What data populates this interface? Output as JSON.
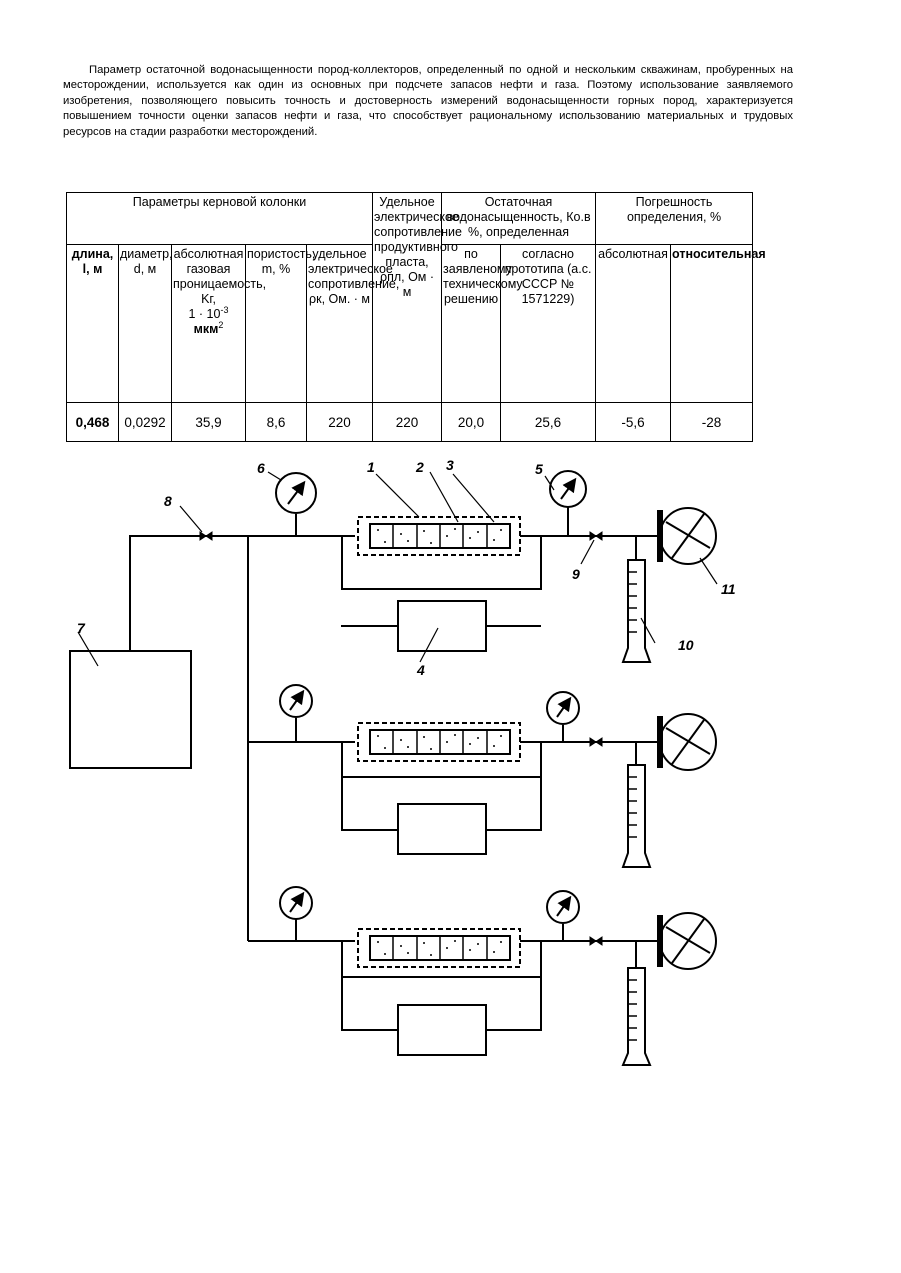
{
  "paragraph": "Параметр остаточной водонасыщенности пород-коллекторов, определенный по одной и нескольким скважинам, пробуренных на месторождении, используется как один из основных при подсчете запасов нефти и газа. Поэтому использование заявляемого изобретения, позволяющего повысить точность и достоверность измерений водонасыщенности горных пород, характеризуется повышением точности оценки запасов нефти и газа, что способствует рациональному использованию материальных и трудовых ресурсов на стадии разработки месторождений.",
  "table": {
    "group_headers": {
      "core_params": "Параметры керновой колонки",
      "specific_resistance": "Удельное электрическое сопротивление продуктивного пласта, ρпл, Ом · м",
      "residual_saturation": "Остаточная водонасыщенность, Ко.в %, определенная",
      "error": "Погрешность определения, %"
    },
    "sub_headers": {
      "length": "длина, l, м",
      "diameter": "диаметр, d, м",
      "permeability_text": "абсолютная газовая проницаемость, Kг,",
      "permeability_unit_base": "1 · 10",
      "permeability_unit_exp": "-3",
      "permeability_unit_label": "мкм",
      "permeability_unit_sq": "2",
      "porosity": "пористость, m, %",
      "core_resistance": "удельное электрическое сопротивление, ρк, Ом. · м",
      "by_solution": "по заявленому техническому решению",
      "by_prototype": "согласно прототипа (а.с. СССР № 1571229)",
      "absolute": "абсолютная",
      "relative": "относительная"
    },
    "row": [
      "0,468",
      "0,0292",
      "35,9",
      "8,6",
      "220",
      "220",
      "20,0",
      "25,6",
      "-5,6",
      "-28"
    ]
  },
  "diagram_labels": {
    "l1": "1",
    "l2": "2",
    "l3": "3",
    "l4": "4",
    "l5": "5",
    "l6": "6",
    "l7": "7",
    "l8": "8",
    "l9": "9",
    "l10": "10",
    "l11": "11"
  }
}
